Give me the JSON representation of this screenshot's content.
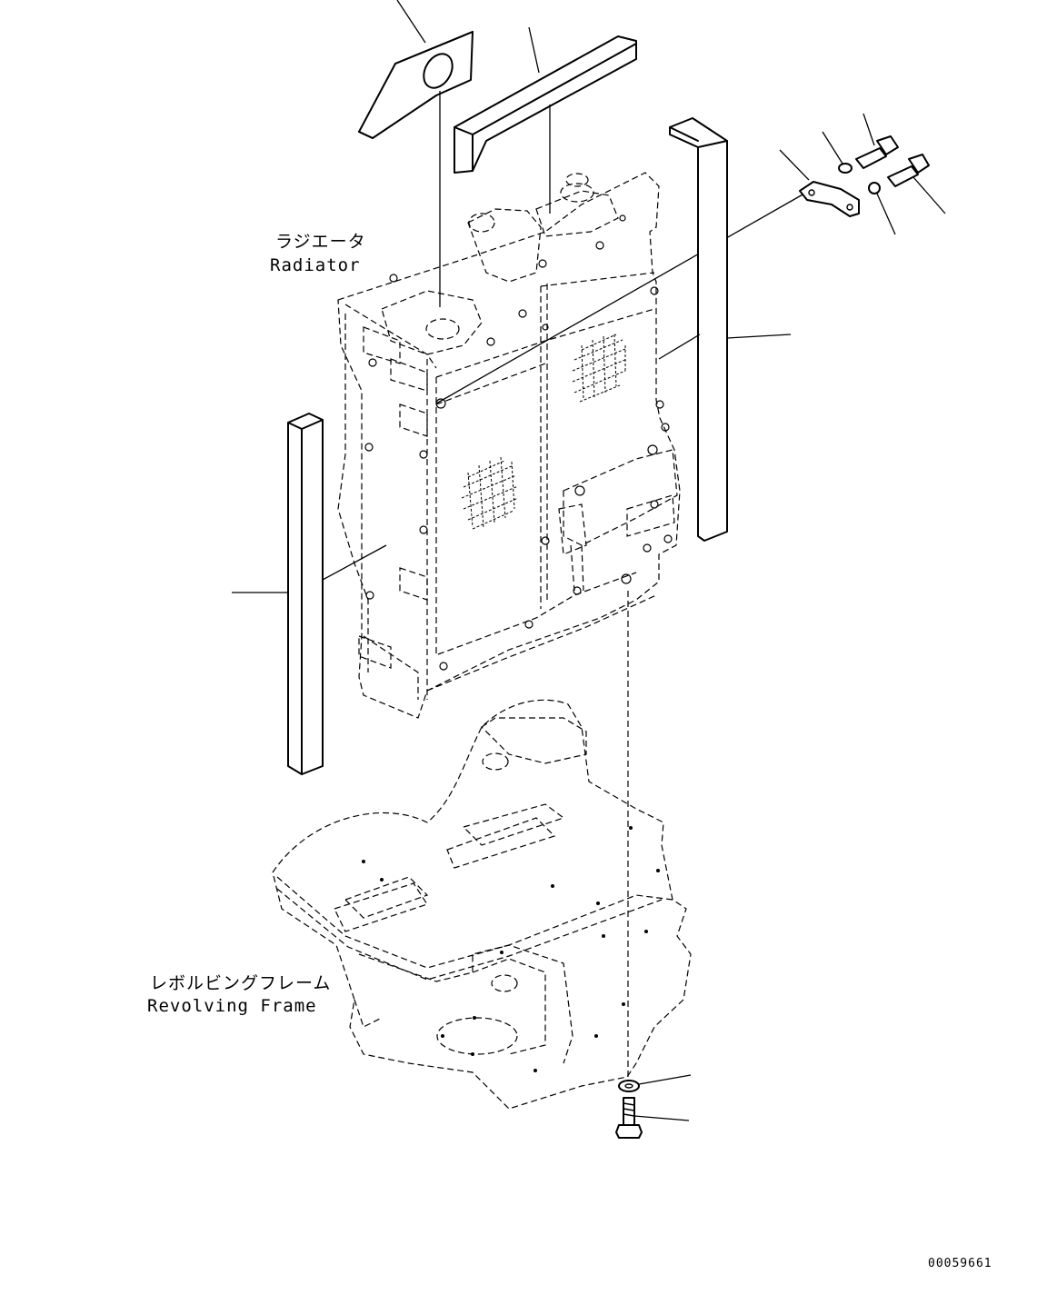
{
  "labels": {
    "radiator_jp": "ラジエータ",
    "radiator_en": "Radiator",
    "frame_jp": "レボルビングフレーム",
    "frame_en": "Revolving Frame"
  },
  "drawing_number": "00059661"
}
